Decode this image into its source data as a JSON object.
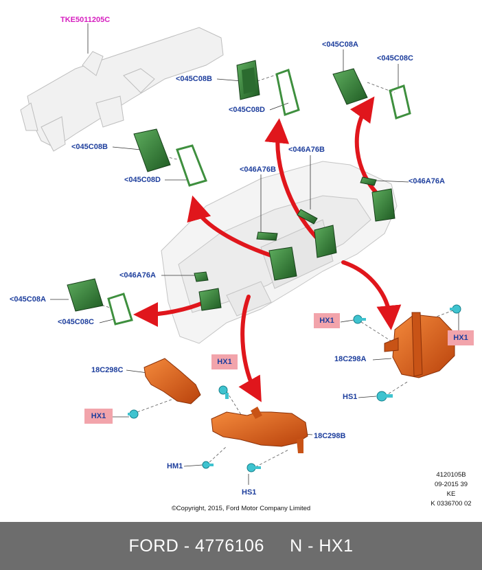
{
  "labels": {
    "tke": "TKE5011205C",
    "c08b_top": "<045C08B",
    "c08d_top": "<045C08D",
    "c08a_top": "<045C08A",
    "c08c_top": "<045C08C",
    "c08b_mid": "<045C08B",
    "c08d_mid": "<045C08D",
    "a76b_1": "<046A76B",
    "a76b_2": "<046A76B",
    "a76a_right": "<046A76A",
    "a76a_left": "<046A76A",
    "c08a_left": "<045C08A",
    "c08c_left": "<045C08C",
    "c298c": "18C298C",
    "c298a": "18C298A",
    "c298b": "18C298B",
    "hs1_right": "HS1",
    "hs1_bottom": "HS1",
    "hm1": "HM1"
  },
  "hx_boxes": {
    "hx_right_left": "HX1",
    "hx_right_right": "HX1",
    "hx_center": "HX1",
    "hx_left": "HX1"
  },
  "ref_block": {
    "line1": "4120105B",
    "line2": "09-2015 39",
    "line3": "KE",
    "line4": "K 0336700 02"
  },
  "copyright": "©Copyright, 2015, Ford Motor Company Limited",
  "footer": {
    "brand": "FORD",
    "sep1": " - ",
    "part_number": "4776106",
    "gap": "     ",
    "ref": "N - HX1"
  },
  "colors": {
    "label_blue": "#1c3d9c",
    "label_magenta": "#d61dbf",
    "highlight_pink": "#f2a4ab",
    "arrow_red": "#e0161c",
    "vent_green": "#2e7d32",
    "duct_orange": "#e8641b",
    "fastener_cyan": "#3fc3cf",
    "footer_bg": "#6d6d6d"
  }
}
